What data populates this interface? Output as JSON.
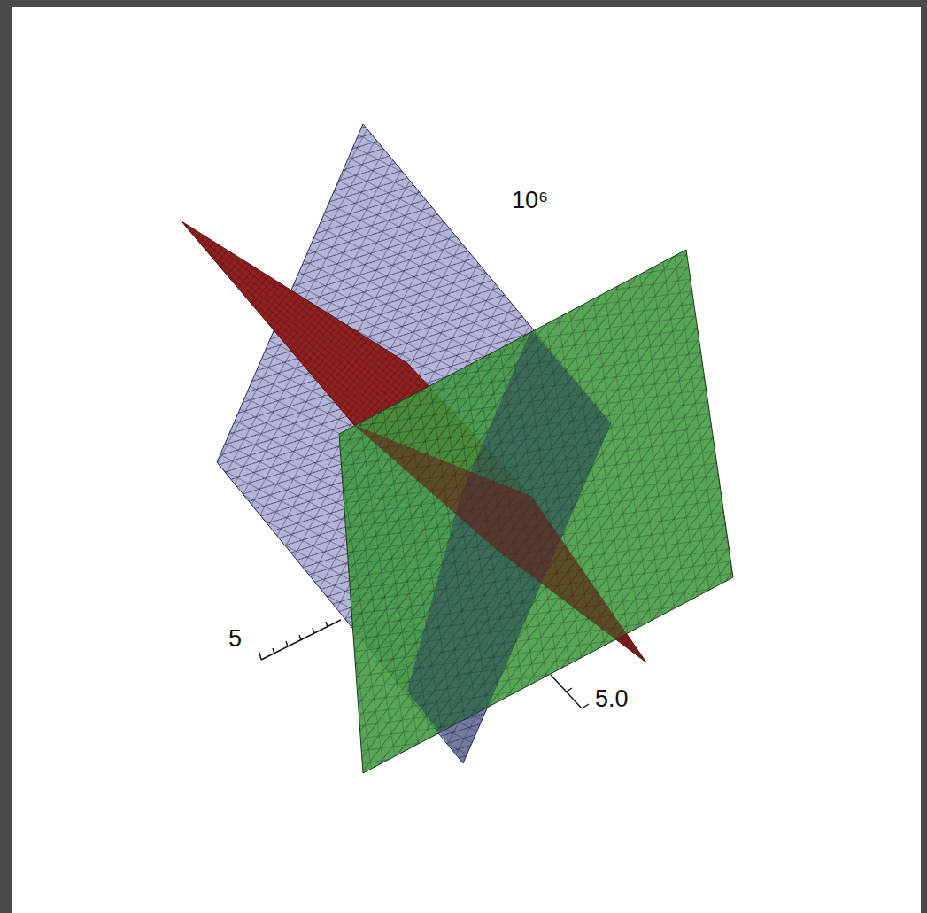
{
  "diagram": {
    "labels": [
      "10⁶",
      "5",
      "5.0"
    ]
  }
}
